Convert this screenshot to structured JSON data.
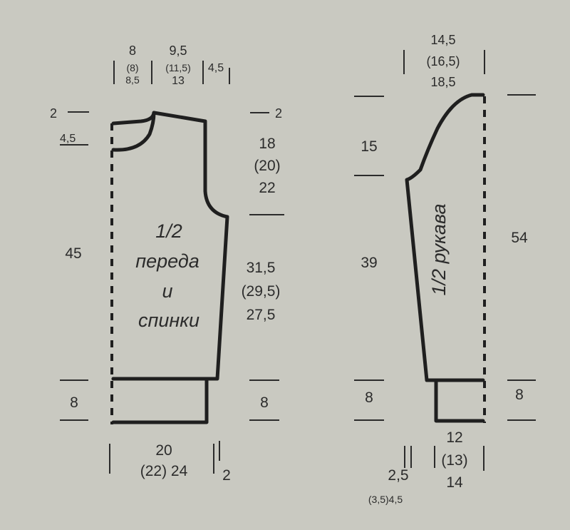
{
  "left_piece": {
    "title_line1": "1/2",
    "title_line2": "переда",
    "title_line3": "и",
    "title_line4": "спинки",
    "top_shoulder": {
      "a": "8",
      "b": "(8)",
      "c": "8,5"
    },
    "top_neck": {
      "a": "9,5",
      "b": "(11,5)",
      "c": "13"
    },
    "top_side": "4,5",
    "neck_left_upper": "2",
    "neck_left_lower": "4,5",
    "neck_right": "2",
    "armhole": {
      "a": "18",
      "b": "(20)",
      "c": "22"
    },
    "body_right": {
      "a": "31,5",
      "b": "(29,5)",
      "c": "27,5"
    },
    "body_left": "45",
    "rib_left": "8",
    "rib_right": "8",
    "bottom_width": {
      "a": "20",
      "b": "(22) 24"
    },
    "bottom_side": "2"
  },
  "right_piece": {
    "title": "1/2 рукава",
    "top_width": {
      "a": "14,5",
      "b": "(16,5)",
      "c": "18,5"
    },
    "cap_height": "15",
    "sleeve_length": "39",
    "total_height": "54",
    "cuff_left": "8",
    "cuff_right": "8",
    "bottom_width": {
      "a": "12",
      "b": "(13)",
      "c": "14"
    },
    "bottom_side": {
      "a": "2,5",
      "b": "(3,5)4,5"
    }
  }
}
